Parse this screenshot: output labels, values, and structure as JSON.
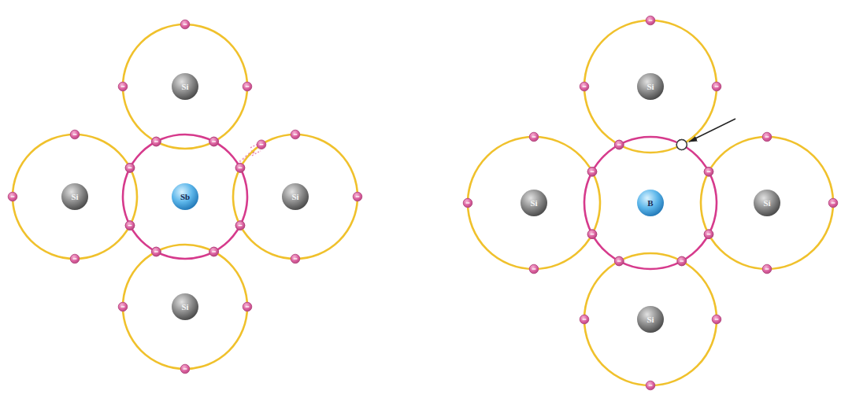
{
  "diagram": {
    "nodes": [
      {
        "text": [
          "Si"
        ]
      },
      {
        "text": [
          "Si"
        ]
      },
      {
        "text": [
          "Sb"
        ]
      },
      {
        "text": [
          "Si"
        ]
      },
      {
        "text": [
          "Si"
        ]
      },
      {
        "text": [
          "Si"
        ]
      },
      {
        "text": [
          "Si"
        ]
      },
      {
        "text": [
          "B"
        ]
      },
      {
        "text": [
          "Si"
        ]
      },
      {
        "text": [
          "Si"
        ]
      }
    ]
  }
}
